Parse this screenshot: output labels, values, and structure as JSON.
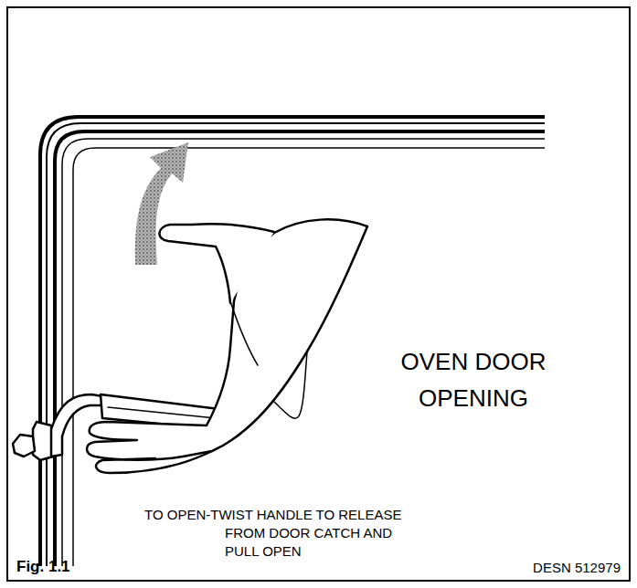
{
  "diagram": {
    "caption": "Fig. 1.1",
    "labels": [
      "OVEN DOOR OPENING",
      "TO OPEN-TWIST HANDLE TO RELEASE FROM DOOR CATCH AND PULL OPEN",
      "DESN 512979"
    ]
  }
}
